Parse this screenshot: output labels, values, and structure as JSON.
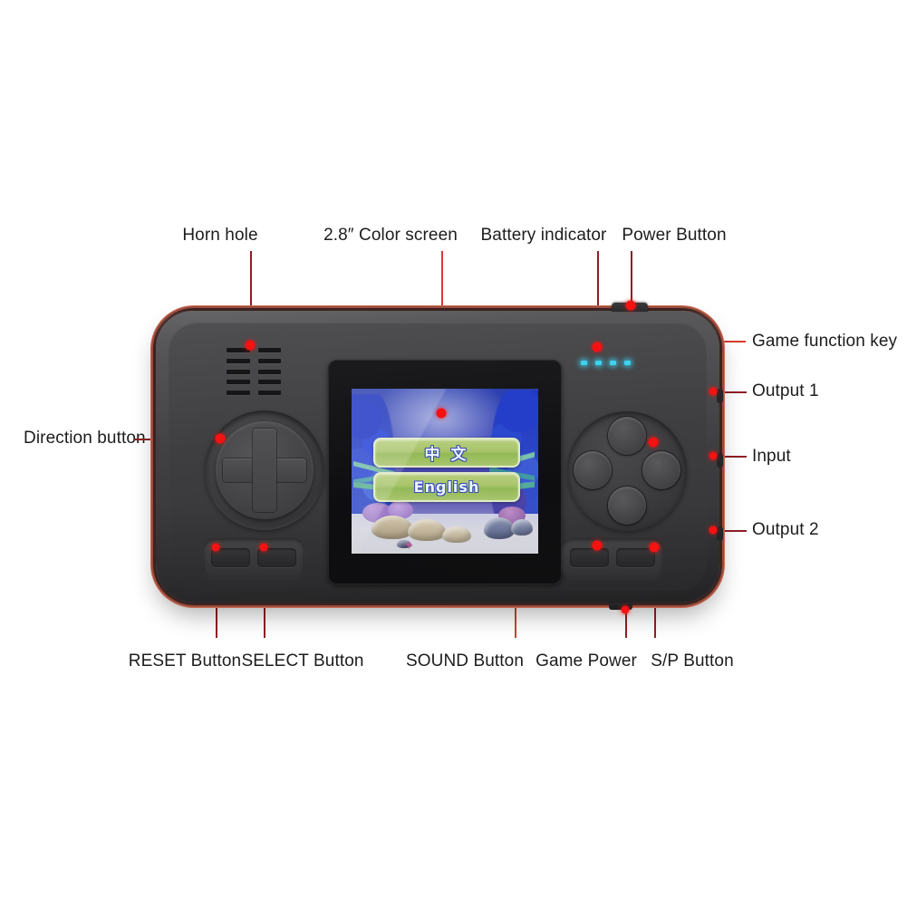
{
  "diagram": {
    "title": "Handheld Game Console Feature Callouts",
    "accent_color": "#f41212",
    "leader_color": "#8d2025",
    "label_color": "#1d1d1f"
  },
  "labels": {
    "horn_hole": "Horn hole",
    "color_screen": "2.8″  Color screen",
    "battery_indicator": "Battery indicator",
    "power_button": "Power Button",
    "game_function_key": "Game function key",
    "output_1": "Output 1",
    "input": "Input",
    "output_2": "Output 2",
    "direction_button": "Direction button",
    "reset_button": "RESET Button",
    "select_button": "SELECT Button",
    "sound_button": "SOUND Button",
    "game_power": "Game Power",
    "sp_button": "S/P Button"
  },
  "screen": {
    "menu_options": [
      {
        "id": "chinese",
        "text": "中 文"
      },
      {
        "id": "english",
        "text": "English"
      }
    ],
    "background": "underwater aquarium scene",
    "diagonal": "2.8″"
  },
  "device": {
    "body_color": "#3b3b3d",
    "trim_color": "#c96a52",
    "led_color": "#3dd2f0",
    "led_count": 4,
    "menu_button_color": "#a8c46b"
  }
}
